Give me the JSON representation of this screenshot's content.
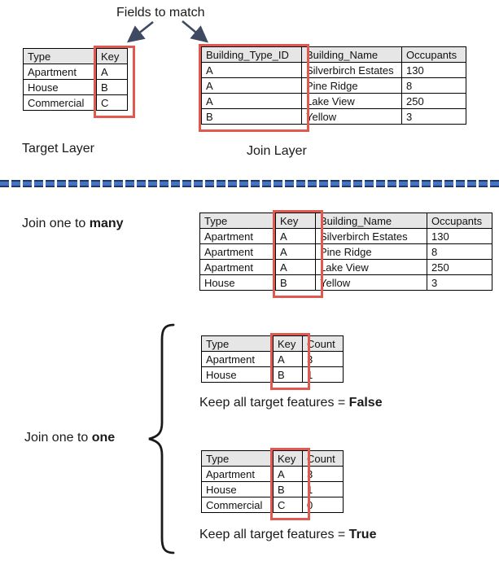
{
  "fields_to_match_label": "Fields to match",
  "target_layer": {
    "label": "Target Layer",
    "table": {
      "headers": [
        "Type",
        "Key"
      ],
      "rows": [
        [
          "Apartment",
          "A"
        ],
        [
          "House",
          "B"
        ],
        [
          "Commercial",
          "C"
        ]
      ]
    }
  },
  "join_layer": {
    "label": "Join Layer",
    "table": {
      "headers": [
        "Building_Type_ID",
        "Building_Name",
        "Occupants"
      ],
      "rows": [
        [
          "A",
          "Silverbirch Estates",
          "130"
        ],
        [
          "A",
          "Pine Ridge",
          "8"
        ],
        [
          "A",
          "Lake View",
          "250"
        ],
        [
          "B",
          "Yellow",
          "3"
        ]
      ]
    }
  },
  "join_one_to_many": {
    "label_prefix": "Join one to ",
    "label_bold": "many",
    "table": {
      "headers": [
        "Type",
        "Key",
        "Building_Name",
        "Occupants"
      ],
      "rows": [
        [
          "Apartment",
          "A",
          "Silverbirch Estates",
          "130"
        ],
        [
          "Apartment",
          "A",
          "Pine Ridge",
          "8"
        ],
        [
          "Apartment",
          "A",
          "Lake View",
          "250"
        ],
        [
          "House",
          "B",
          "Yellow",
          "3"
        ]
      ]
    }
  },
  "join_one_to_one": {
    "label_prefix": "Join one to ",
    "label_bold": "one",
    "false_case": {
      "table": {
        "headers": [
          "Type",
          "Key",
          "Count"
        ],
        "rows": [
          [
            "Apartment",
            "A",
            "3"
          ],
          [
            "House",
            "B",
            "1"
          ]
        ]
      },
      "caption_prefix": "Keep all target features = ",
      "caption_bold": "False"
    },
    "true_case": {
      "table": {
        "headers": [
          "Type",
          "Key",
          "Count"
        ],
        "rows": [
          [
            "Apartment",
            "A",
            "3"
          ],
          [
            "House",
            "B",
            "1"
          ],
          [
            "Commercial",
            "C",
            "0"
          ]
        ]
      },
      "caption_prefix": "Keep all target features = ",
      "caption_bold": "True"
    }
  },
  "colors": {
    "key_highlight": "#E0584E",
    "arrow": "#3E4A61",
    "divider_fill": "#4472C4",
    "divider_edge": "#1F3864",
    "table_header_bg": "#E7E6E6"
  }
}
